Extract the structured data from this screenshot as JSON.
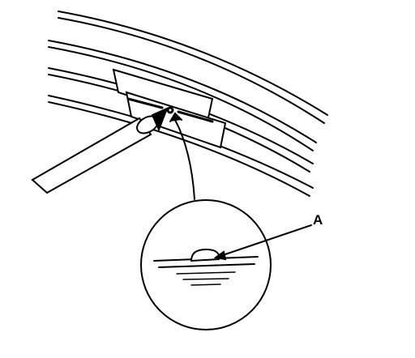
{
  "figure": {
    "callout_label": "A",
    "subject": "wire-probe-on-window-defogger-grid-line",
    "detail_view": "magnified-cross-section-of-solder-bead",
    "line_color": "#000000",
    "background_color": "#ffffff"
  }
}
